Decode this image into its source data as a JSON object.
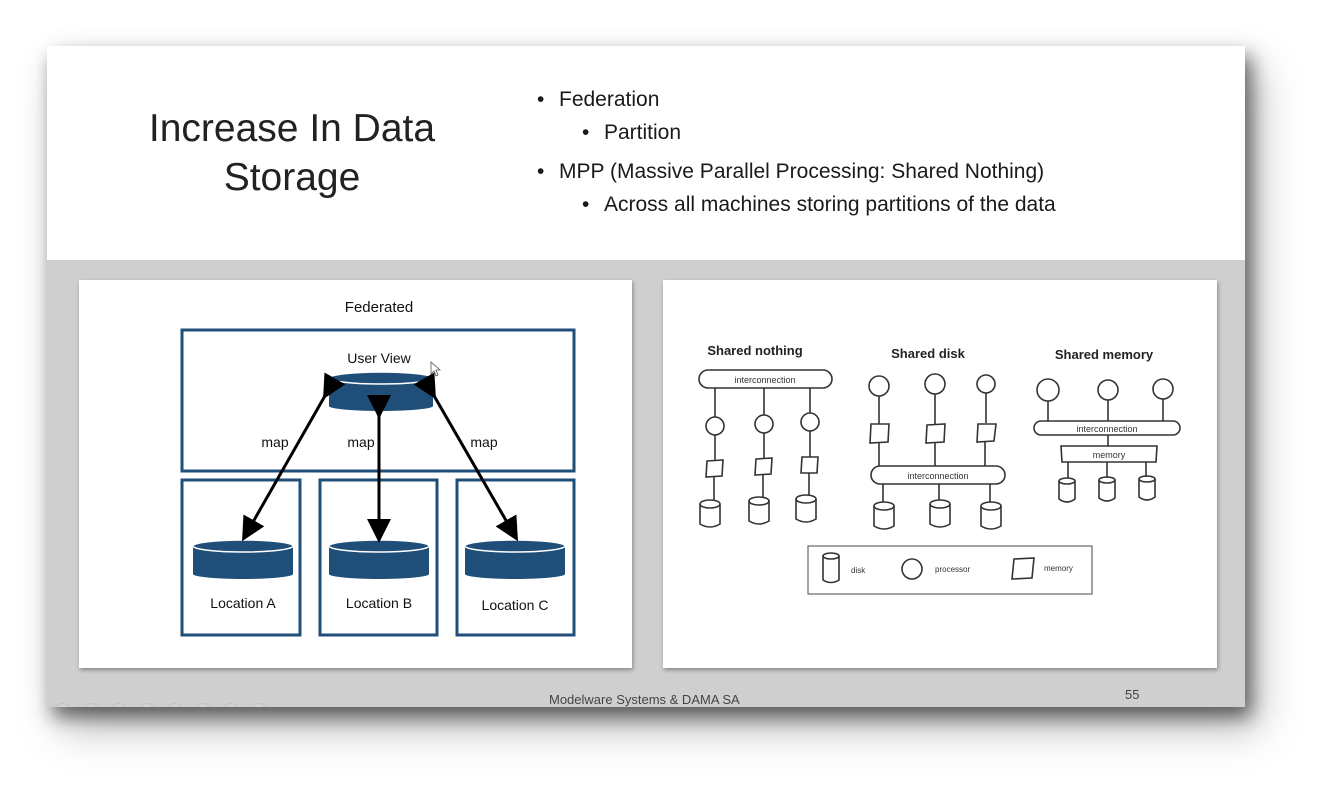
{
  "slide": {
    "title": "Increase In Data Storage",
    "bullets": {
      "b1": "Federation",
      "b1a": "Partition",
      "b2": "MPP (Massive Parallel Processing: Shared Nothing)",
      "b2a": "Across all machines storing partitions of the data"
    },
    "footer": "Modelware Systems & DAMA SA",
    "page_number": "55"
  },
  "federated": {
    "title": "Federated",
    "user_view": "User View",
    "map_labels": [
      "map",
      "map",
      "map"
    ],
    "locations": [
      "Location A",
      "Location B",
      "Location C"
    ],
    "color": "#1f4e79"
  },
  "architectures": {
    "shared_nothing": "Shared nothing",
    "shared_disk": "Shared disk",
    "shared_memory": "Shared memory",
    "interconnection": "interconnection",
    "memory": "memory",
    "legend": {
      "disk": "disk",
      "processor": "processor",
      "memory": "memory"
    }
  },
  "player_controls": [
    "prev-icon",
    "play-icon",
    "pen-icon",
    "highlighter-icon",
    "slides-icon",
    "zoom-icon",
    "subtitle-icon",
    "more-icon"
  ]
}
